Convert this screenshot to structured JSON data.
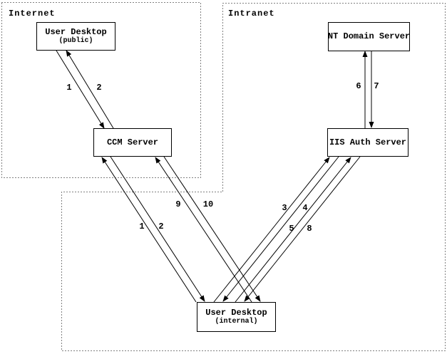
{
  "diagram": {
    "zones": {
      "internet": {
        "label": "Internet"
      },
      "intranet": {
        "label": "Intranet"
      }
    },
    "nodes": {
      "user_desktop_public": {
        "title": "User Desktop",
        "subtitle": "(public)"
      },
      "ccm_server": {
        "title": "CCM Server"
      },
      "nt_domain_server": {
        "title": "NT Domain Server"
      },
      "iis_auth_server": {
        "title": "IIS Auth Server"
      },
      "user_desktop_internal": {
        "title": "User Desktop",
        "subtitle": "(internal)"
      }
    },
    "flows": {
      "pub1": "1",
      "pub2": "2",
      "int1": "1",
      "int2": "2",
      "n3": "3",
      "n4": "4",
      "n5": "5",
      "n6": "6",
      "n7": "7",
      "n8": "8",
      "n9": "9",
      "n10": "10"
    },
    "colors": {
      "line": "#000000",
      "background": "#ffffff"
    }
  }
}
